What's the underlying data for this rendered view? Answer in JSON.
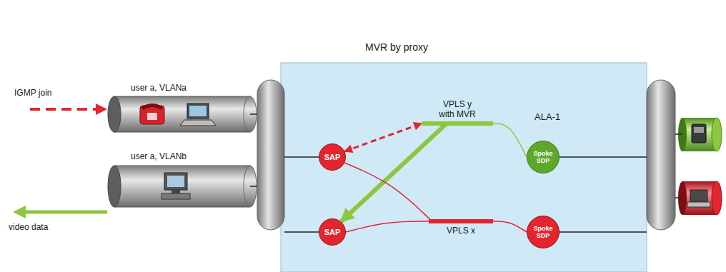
{
  "diagram": {
    "title": "MVR by proxy",
    "nodes": [
      {
        "text": [
          "user a, VLANa"
        ]
      },
      {
        "text": [
          "user a, VLANb"
        ]
      },
      {
        "text": [
          "ALA-1"
        ]
      },
      {
        "text": [
          "SAP"
        ],
        "in": 2
      },
      {
        "text": [
          "VPLS y with MVR"
        ],
        "in": 2
      },
      {
        "text": [
          "Spoke SDP"
        ],
        "in": 2
      },
      {
        "text": [
          "SAP"
        ],
        "in": 2
      },
      {
        "text": [
          "Spoke SDP"
        ],
        "in": 2
      },
      {
        "text": [
          "VPLS x"
        ],
        "in": 2
      }
    ],
    "edges": [
      {
        "from": 3,
        "to": 4,
        "arrow": "both"
      },
      {
        "from": 4,
        "to": 6,
        "arrow": "to"
      },
      {
        "from": 4,
        "to": 5,
        "arrow": "none"
      },
      {
        "from": 3,
        "to": 8,
        "arrow": "none"
      },
      {
        "from": 6,
        "to": 8,
        "arrow": "none"
      },
      {
        "from": 8,
        "to": 7,
        "arrow": "none"
      }
    ],
    "labels": [
      "IGMP join",
      "video data"
    ]
  }
}
